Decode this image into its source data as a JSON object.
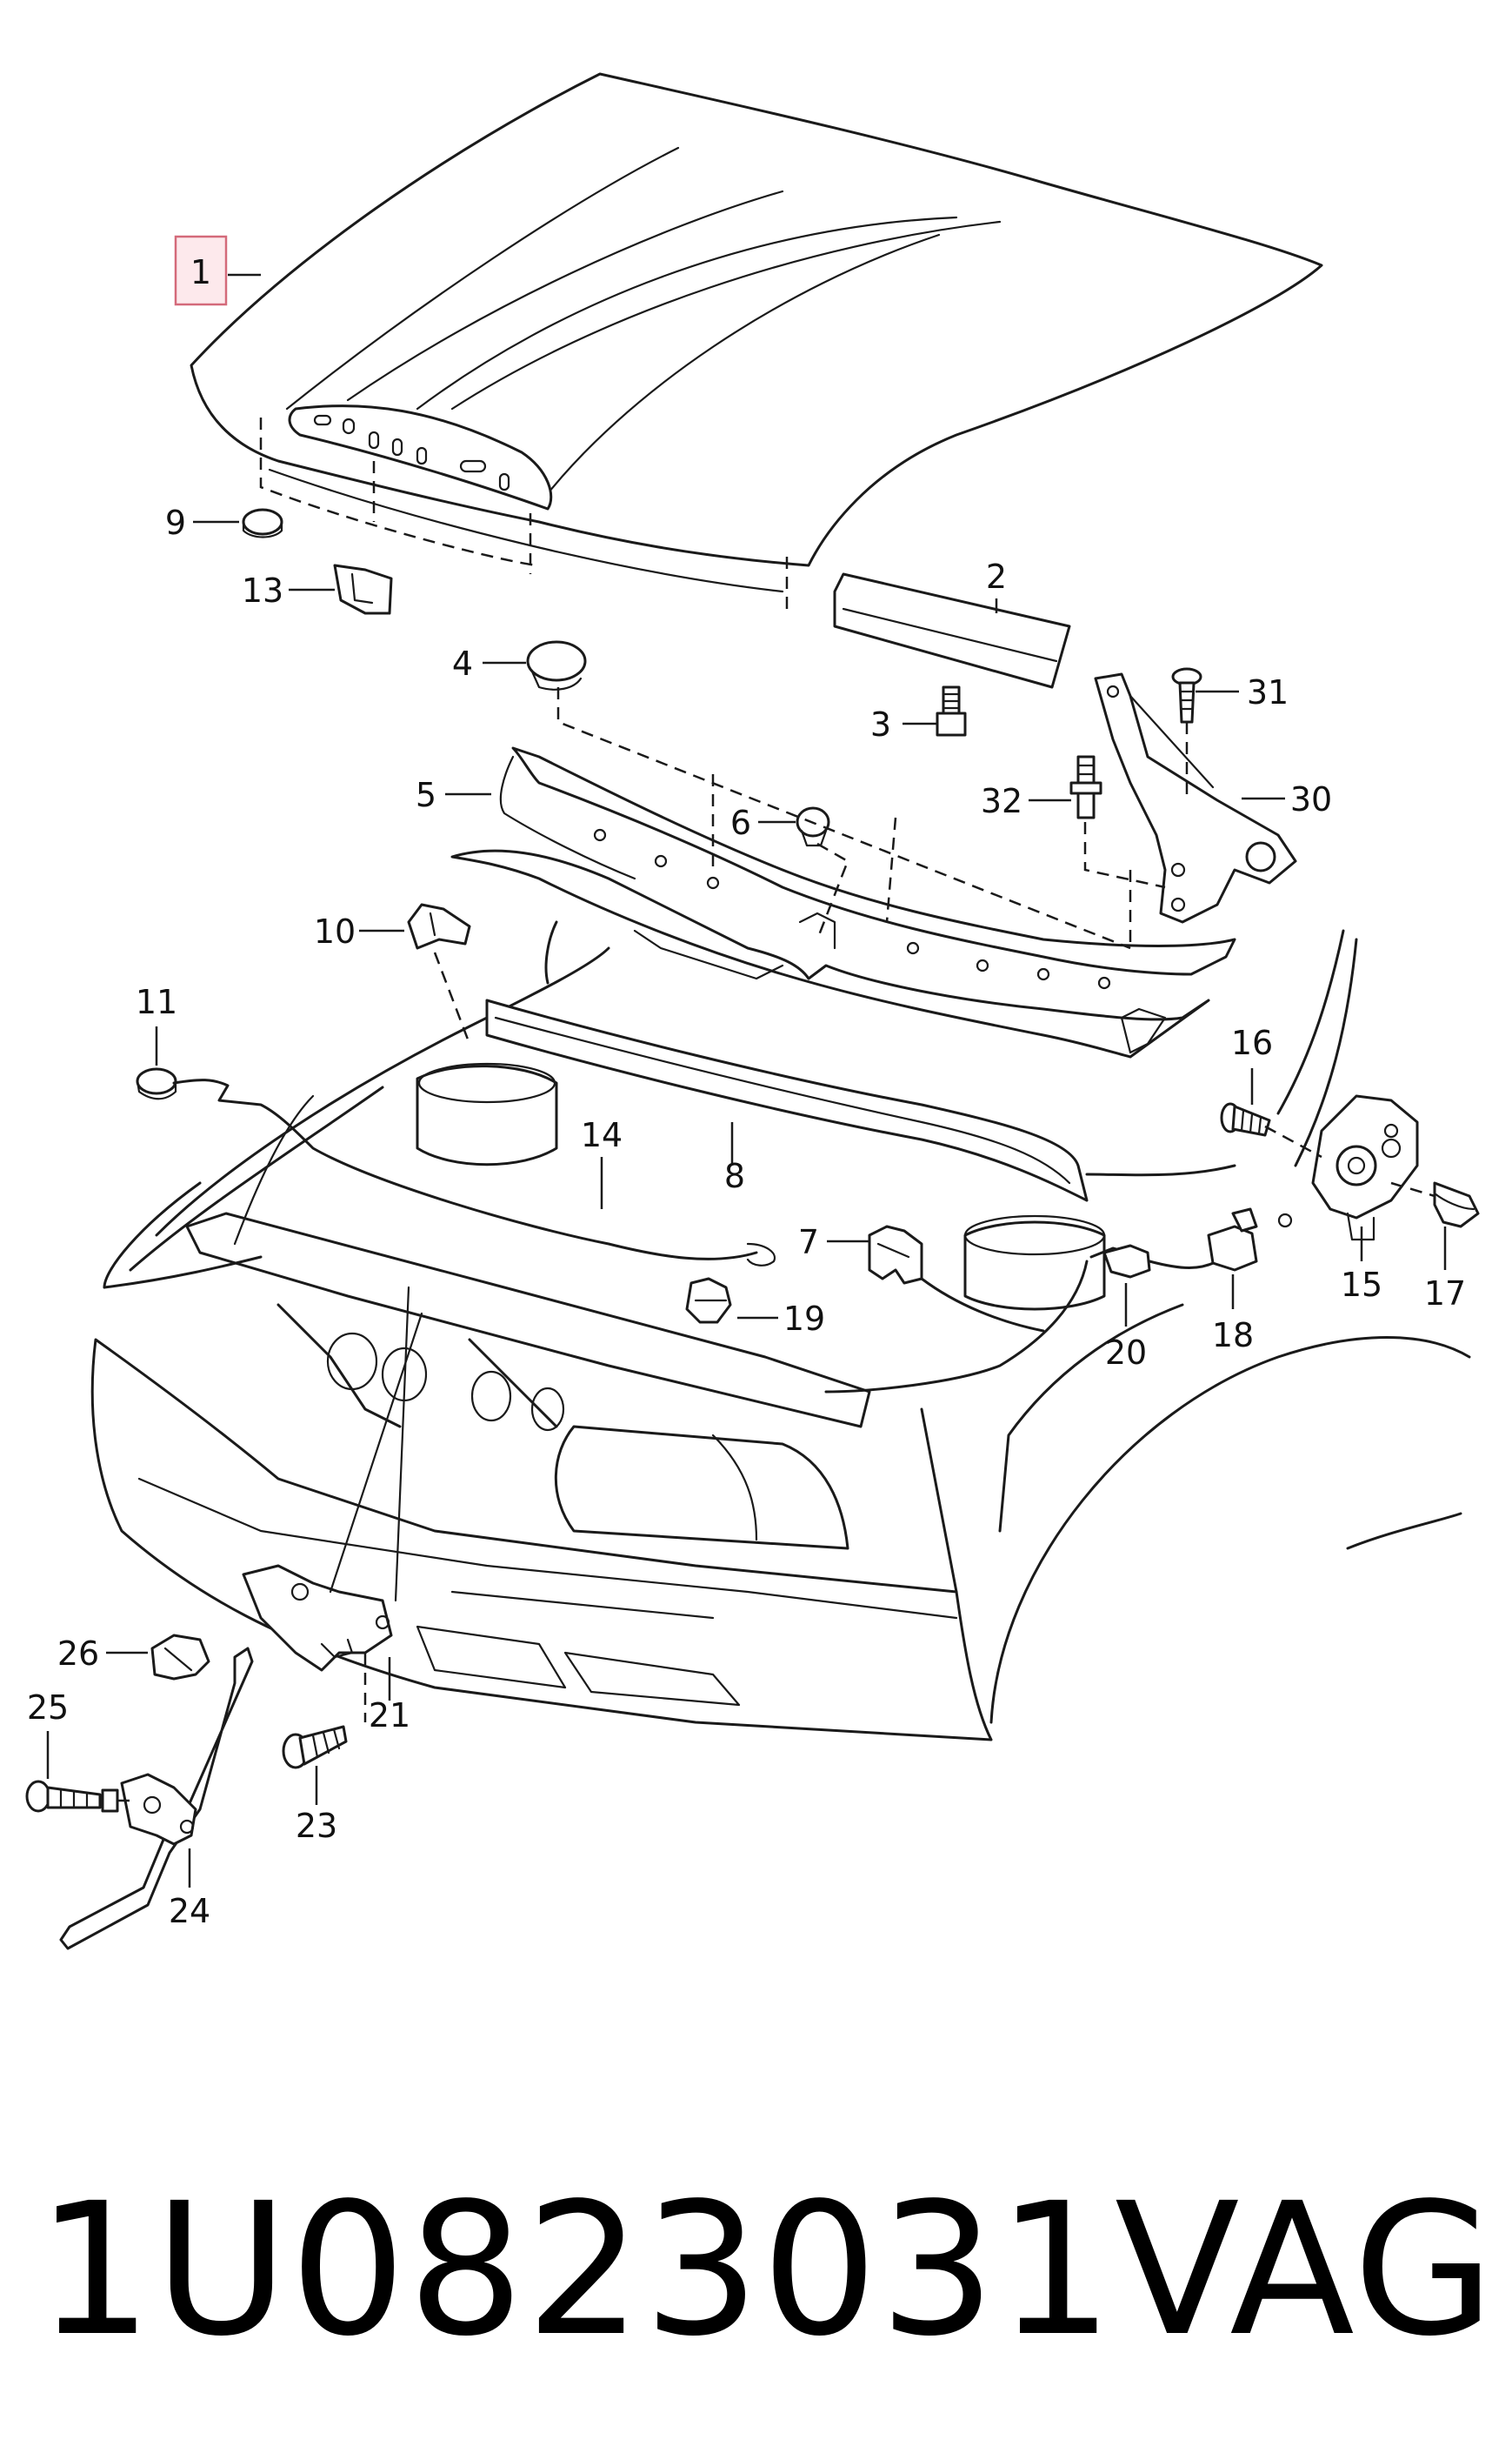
{
  "callouts": [
    {
      "id": "c1",
      "label": "1",
      "highlighted": true
    },
    {
      "id": "c2",
      "label": "2"
    },
    {
      "id": "c3",
      "label": "3"
    },
    {
      "id": "c4",
      "label": "4"
    },
    {
      "id": "c5",
      "label": "5"
    },
    {
      "id": "c6",
      "label": "6"
    },
    {
      "id": "c7",
      "label": "7"
    },
    {
      "id": "c8",
      "label": "8"
    },
    {
      "id": "c9",
      "label": "9"
    },
    {
      "id": "c10",
      "label": "10"
    },
    {
      "id": "c11",
      "label": "11"
    },
    {
      "id": "c13",
      "label": "13"
    },
    {
      "id": "c14",
      "label": "14"
    },
    {
      "id": "c15",
      "label": "15"
    },
    {
      "id": "c16",
      "label": "16"
    },
    {
      "id": "c17",
      "label": "17"
    },
    {
      "id": "c18",
      "label": "18"
    },
    {
      "id": "c19",
      "label": "19"
    },
    {
      "id": "c20",
      "label": "20"
    },
    {
      "id": "c21",
      "label": "21"
    },
    {
      "id": "c23",
      "label": "23"
    },
    {
      "id": "c24",
      "label": "24"
    },
    {
      "id": "c25",
      "label": "25"
    },
    {
      "id": "c26",
      "label": "26"
    },
    {
      "id": "c30",
      "label": "30"
    },
    {
      "id": "c31",
      "label": "31"
    },
    {
      "id": "c32",
      "label": "32"
    }
  ],
  "footer": {
    "part_number": "1U0823031",
    "brand": "VAG"
  },
  "colors": {
    "line": "#1a1a1a",
    "highlight_fill": "#fde9ec",
    "highlight_stroke": "#d46a7a"
  }
}
